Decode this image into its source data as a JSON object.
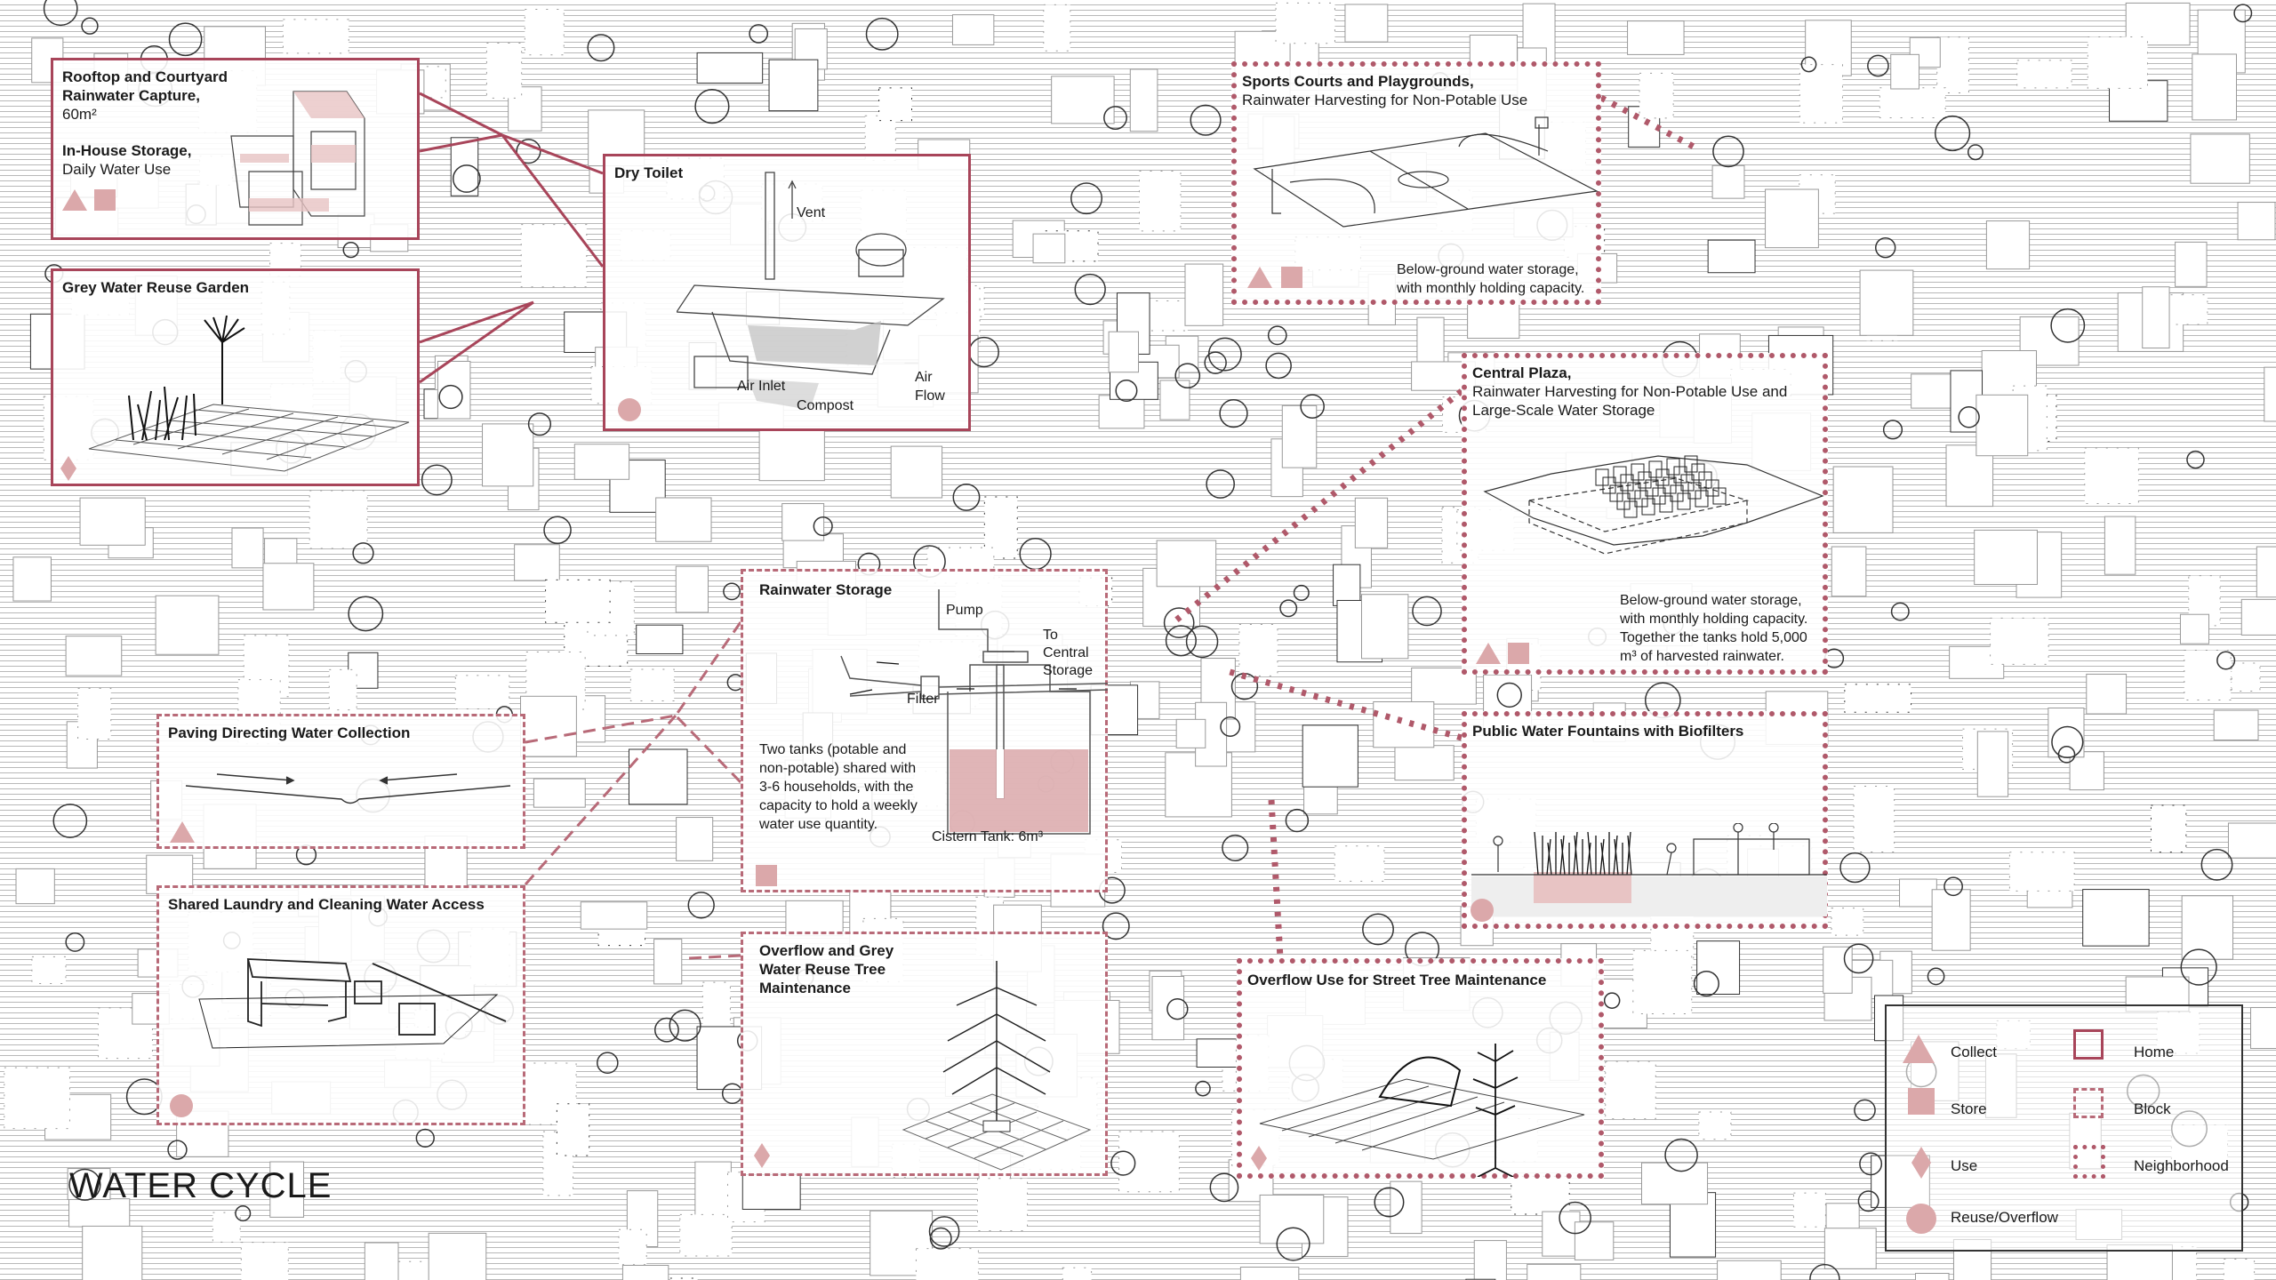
{
  "title": "WATER CYCLE",
  "colors": {
    "accent": "#a8455a",
    "icon_fill": "#dba8aa",
    "ink": "#1a1a1a"
  },
  "panels": {
    "rooftop": {
      "title": "Rooftop and Courtyard",
      "title2": "Rainwater Capture,",
      "area": "60m²",
      "storage_title": "In-House Storage,",
      "storage_sub": "Daily Water Use",
      "icons": [
        "collect",
        "store"
      ]
    },
    "dry_toilet": {
      "title": "Dry Toilet",
      "labels": {
        "vent": "Vent",
        "air_inlet": "Air Inlet",
        "compost": "Compost",
        "air_flow_1": "Air",
        "air_flow_2": "Flow"
      },
      "icons": [
        "reuse"
      ]
    },
    "grey_garden": {
      "title": "Grey Water Reuse Garden",
      "icons": [
        "use"
      ]
    },
    "sports": {
      "title": "Sports Courts and Playgrounds,",
      "subtitle": "Rainwater Harvesting for Non-Potable Use",
      "note_1": "Below-ground water storage,",
      "note_2": "with monthly holding capacity.",
      "icons": [
        "collect",
        "store"
      ]
    },
    "plaza": {
      "title": "Central Plaza,",
      "subtitle_1": "Rainwater Harvesting for Non-Potable Use and",
      "subtitle_2": "Large-Scale Water Storage",
      "note_1": "Below-ground water storage,",
      "note_2": "with monthly holding capacity.",
      "note_3": "Together the tanks hold 5,000",
      "note_4": "m³ of harvested rainwater.",
      "icons": [
        "collect",
        "store"
      ]
    },
    "rainwater": {
      "title": "Rainwater Storage",
      "labels": {
        "pump": "Pump",
        "to_central_1": "To Central",
        "to_central_2": "Storage",
        "filter": "Filter",
        "cistern": "Cistern Tank: 6m³"
      },
      "desc": [
        "Two tanks (potable and",
        "non-potable) shared with",
        "3-6 households, with the",
        "capacity to hold a weekly",
        "water use quantity."
      ],
      "icons": [
        "store"
      ]
    },
    "paving": {
      "title": "Paving Directing Water Collection",
      "icons": [
        "collect"
      ]
    },
    "laundry": {
      "title": "Shared Laundry and Cleaning Water Access",
      "icons": [
        "reuse"
      ]
    },
    "grey_tree": {
      "title_1": "Overflow and Grey",
      "title_2": "Water Reuse Tree",
      "title_3": "Maintenance",
      "icons": [
        "use"
      ]
    },
    "fountains": {
      "title": "Public Water Fountains with Biofilters",
      "icons": [
        "reuse"
      ]
    },
    "street_tree": {
      "title": "Overflow Use for Street Tree Maintenance",
      "icons": [
        "use"
      ]
    }
  },
  "legend": {
    "collect": "Collect",
    "store": "Store",
    "use": "Use",
    "reuse": "Reuse/Overflow",
    "home": "Home",
    "block": "Block",
    "neighborhood": "Neighborhood"
  }
}
